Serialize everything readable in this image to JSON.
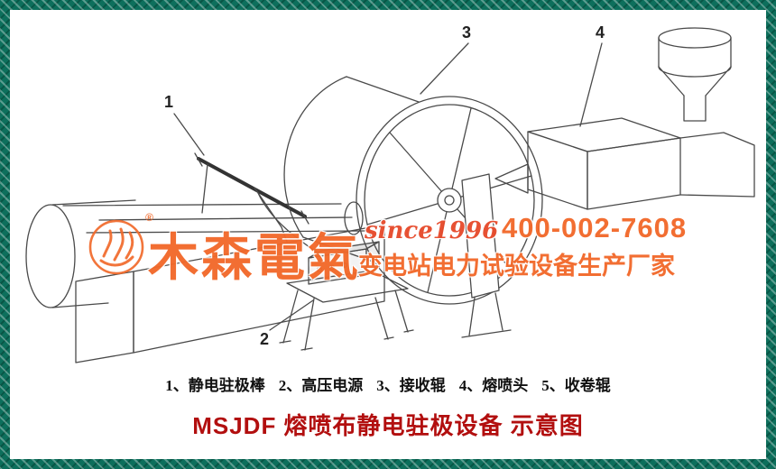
{
  "colors": {
    "border_green": "#0d6f5c",
    "watermark_orange": "#f2692a",
    "watermark_red": "#e74a2b",
    "title_red": "#b20f0f",
    "drawing_line": "#4a4a4a",
    "background": "#ffffff"
  },
  "watermark": {
    "logo": "musen-seal-logo",
    "registered": "®",
    "brand": "木森電氣",
    "since": "since1996",
    "phone": "400-002-7608",
    "tagline": "变电站电力试验设备生产厂家"
  },
  "diagram": {
    "labels": {
      "l1": "1",
      "l2": "2",
      "l3": "3",
      "l4": "4"
    }
  },
  "legend": {
    "items": [
      "1、静电驻极棒",
      "2、高压电源",
      "3、接收辊",
      "4、熔喷头",
      "5、收卷辊"
    ]
  },
  "footer": {
    "title": "MSJDF  熔喷布静电驻极设备 示意图"
  }
}
